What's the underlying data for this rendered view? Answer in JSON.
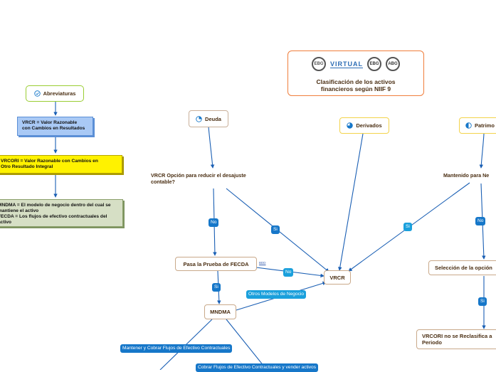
{
  "title": {
    "line1": "Clasificación de los activos",
    "line2": "financieros según NIIF 9",
    "logo_text": "VIRTUAL",
    "logo_marks": [
      "EBG",
      "EBG",
      "ABG"
    ]
  },
  "abbreviations": {
    "header": "Abreviaturas",
    "vrcr": [
      "VRCR = Valor Razonable",
      "con Cambios en Resultados"
    ],
    "vrcori": [
      "VRCORI = Valor Razonable con Cambios en",
      "Otro Resultado Integral"
    ],
    "mndma": [
      "MNDMA = El modelo de negocio dentro del cual se",
      "mantiene el activo",
      "FECDA = Los flujos de efectivo contractuales del",
      "activo"
    ]
  },
  "nodes": {
    "deuda": "Deuda",
    "derivados": "Derivados",
    "patrimonio": "Patrimo",
    "vrcr_opcion": [
      "VRCR Opción para reducir el desajuste",
      "contable?"
    ],
    "mantenido": "Mantenido para Ne",
    "prueba_fecda": "Pasa la Prueba de FECDA",
    "vrcr": "VRCR",
    "mndma": "MNDMA",
    "seleccion": "Selección de la opción",
    "vrcori_no": [
      "VRCORI no se Reclasifica a",
      "Periodo"
    ]
  },
  "edge_labels": {
    "no_1": "No",
    "si_1": "Si",
    "si_2": "Si",
    "no_2": "No",
    "si_3": "Si",
    "no_3": "No",
    "si_4": "Si",
    "otros": "Otros Modelos de Negocio",
    "mantener": "Mantener y Cobrar Flujos de Efectivo Contractuales",
    "cobrar": "Cobrar Flujos de Efectivo Contractuales y vender activos",
    "small_link": "BDD"
  },
  "colors": {
    "wire": "#1a5fb4",
    "label_dark": "#1677c9",
    "label_light": "#1aa0dc",
    "abbr_header_border": "#9acd32",
    "vrcr_box": "#a9c9f5",
    "vrcori_box": "#fff200",
    "mndma_box": "#d6dfc5",
    "title_border": "#f07e3c",
    "derivados_border": "#f3d34a"
  }
}
